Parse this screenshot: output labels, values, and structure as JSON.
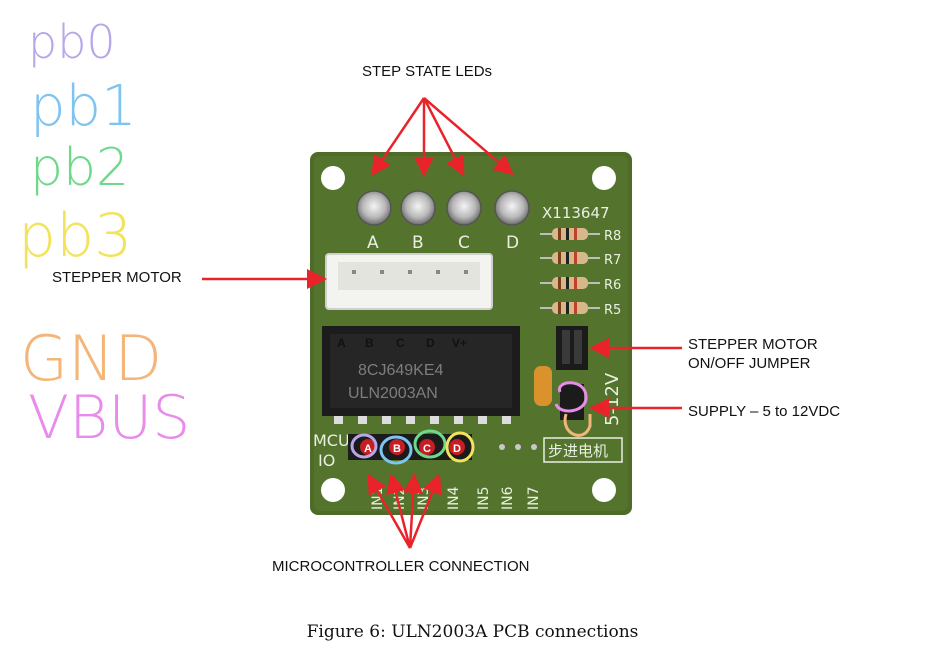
{
  "notes": {
    "pb0": "pb0",
    "pb1": "pb1",
    "pb2": "pb2",
    "pb3": "pb3",
    "gnd": "GND",
    "vbus": "VBUS"
  },
  "callouts": {
    "leds": "STEP STATE LEDs",
    "motor": "STEPPER MOTOR",
    "jumper_line1": "STEPPER MOTOR",
    "jumper_line2": "ON/OFF JUMPER",
    "supply": "SUPPLY – 5 to 12VDC",
    "mcu": "MICROCONTROLLER CONNECTION"
  },
  "board": {
    "part_code": "X113647",
    "chip_line1": "8CJ649KE4",
    "chip_line2": "ULN2003AN",
    "led_letters": [
      "A",
      "B",
      "C",
      "D"
    ],
    "resistors": [
      "R8",
      "R7",
      "R6",
      "R5"
    ],
    "header_pins": [
      "A",
      "B",
      "C",
      "D",
      "V+"
    ],
    "inputs": [
      "IN1",
      "IN2",
      "IN3",
      "IN4",
      "IN5",
      "IN6",
      "IN7"
    ],
    "mcu_label": "MCU",
    "io_label": "IO",
    "voltage_label": "5-12V",
    "chinese_label": "步进电机",
    "input_letters": [
      "A",
      "B",
      "C",
      "D"
    ]
  },
  "colors": {
    "pb0": "#b7a6e8",
    "pb1": "#7ec4f0",
    "pb2": "#6fd98a",
    "pb3": "#f2e35c",
    "gnd": "#f3b57a",
    "vbus": "#e88bea",
    "arrow": "#e8232a",
    "pcb": "#4f6b2a"
  },
  "caption": "Figure 6: ULN2003A PCB connections"
}
